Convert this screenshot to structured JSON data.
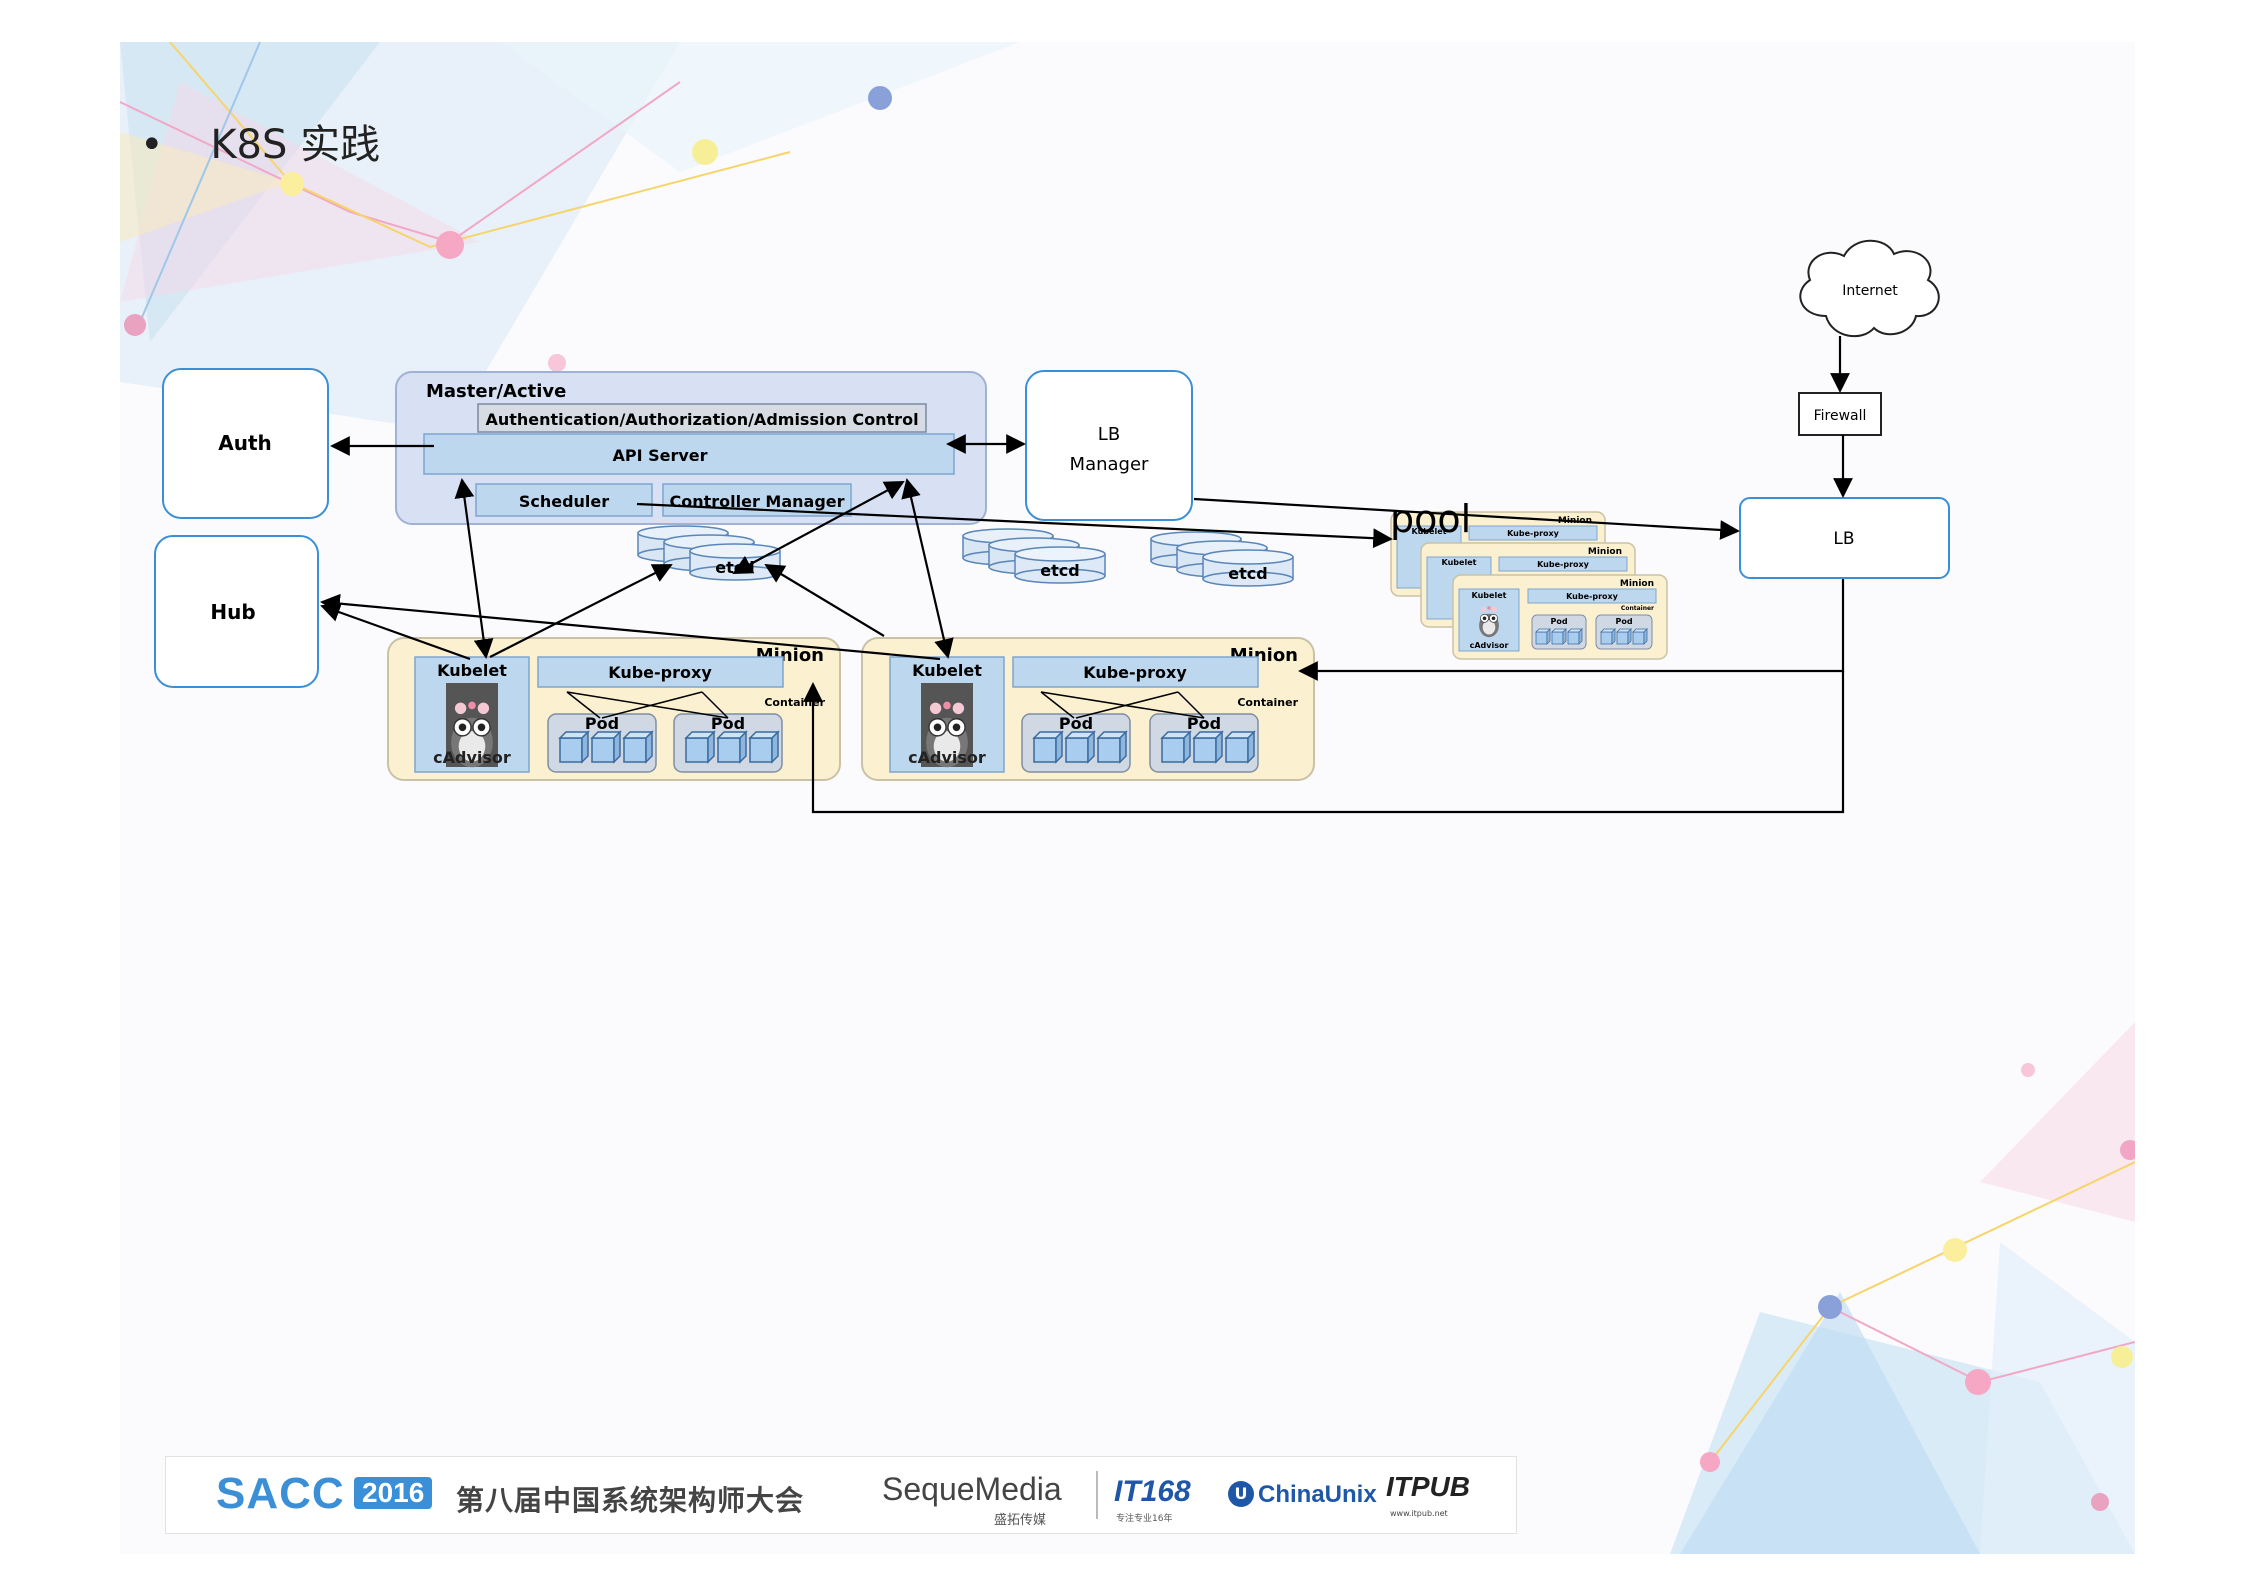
{
  "slide": {
    "bullet": "•",
    "title": "K8S 实践"
  },
  "diagram": {
    "auth": "Auth",
    "hub": "Hub",
    "lb_manager": [
      "LB",
      "Manager"
    ],
    "lb": "LB",
    "firewall": "Firewall",
    "internet": "Internet",
    "pool": "pool",
    "master": {
      "title": "Master/Active",
      "aaa": "Authentication/Authorization/Admission Control",
      "api_server": "API Server",
      "scheduler": "Scheduler",
      "controller_manager": "Controller Manager"
    },
    "etcd": [
      "etcd",
      "etcd",
      "etcd"
    ],
    "minion": {
      "title": "Minion",
      "kubelet": "Kubelet",
      "kube_proxy": "Kube-proxy",
      "container": "Container",
      "pod": "Pod",
      "cadvisor": "cAdvisor"
    }
  },
  "footer": {
    "sacc": "SACC",
    "year": "2016",
    "conference": "第八届中国系统架构师大会",
    "seque": "SequeMedia",
    "seque_cn": "盛拓传媒",
    "it168": "IT168",
    "it168_sub": "专注专业16年",
    "chinaunix": "ChinaUnix",
    "itpub": "ITPUB",
    "itpub_url": "www.itpub.net"
  },
  "colors": {
    "accent_blue": "#3b8fd6",
    "master_fill": "#d5dff2",
    "minion_fill": "#fbf1d0",
    "component_fill": "#bdd7ee",
    "line": "#000000"
  }
}
